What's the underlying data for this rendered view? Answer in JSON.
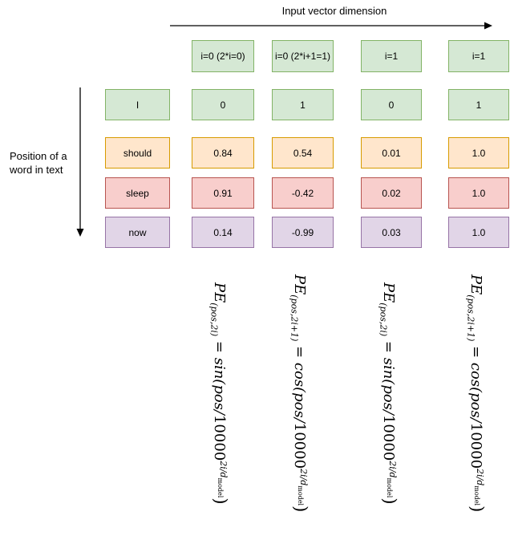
{
  "axes": {
    "x_label": "Input vector dimension",
    "y_label_line1": "Position of a",
    "y_label_line2": "word in  text"
  },
  "colors": {
    "green_fill": "#d5e8d4",
    "green_stroke": "#82b366",
    "orange_fill": "#ffe6cc",
    "orange_stroke": "#d79b00",
    "red_fill": "#f8cecc",
    "red_stroke": "#b85450",
    "purple_fill": "#e1d5e7",
    "purple_stroke": "#9673a6"
  },
  "header": {
    "cells": [
      "i=0 (2*i=0)",
      "i=0 (2*i+1=1)",
      "i=1",
      "i=1"
    ]
  },
  "rows": [
    {
      "word": "I",
      "values": [
        "0",
        "1",
        "0",
        "1"
      ]
    },
    {
      "word": "should",
      "values": [
        "0.84",
        "0.54",
        "0.01",
        "1.0"
      ]
    },
    {
      "word": "sleep",
      "values": [
        "0.91",
        "-0.42",
        "0.02",
        "1.0"
      ]
    },
    {
      "word": "now",
      "values": [
        "0.14",
        "-0.99",
        "0.03",
        "1.0"
      ]
    }
  ],
  "formulas": [
    {
      "pe": "PE",
      "sub": "(pos,2i)",
      "eq": " = ",
      "fn": "sin",
      "open": "(pos/",
      "base": "10000",
      "sup": "2i/d",
      "supsub": "model",
      "close": ")"
    },
    {
      "pe": "PE",
      "sub": "(pos,2i+1)",
      "eq": " = ",
      "fn": "cos",
      "open": "(pos/",
      "base": "10000",
      "sup": "2i/d",
      "supsub": "model",
      "close": ")"
    },
    {
      "pe": "PE",
      "sub": "(pos,2i)",
      "eq": " = ",
      "fn": "sin",
      "open": "(pos/",
      "base": "10000",
      "sup": "2i/d",
      "supsub": "model",
      "close": ")"
    },
    {
      "pe": "PE",
      "sub": "(pos,2i+1)",
      "eq": " = ",
      "fn": "cos",
      "open": "(pos/",
      "base": "10000",
      "sup": "2i/d",
      "supsub": "model",
      "close": ")"
    }
  ]
}
